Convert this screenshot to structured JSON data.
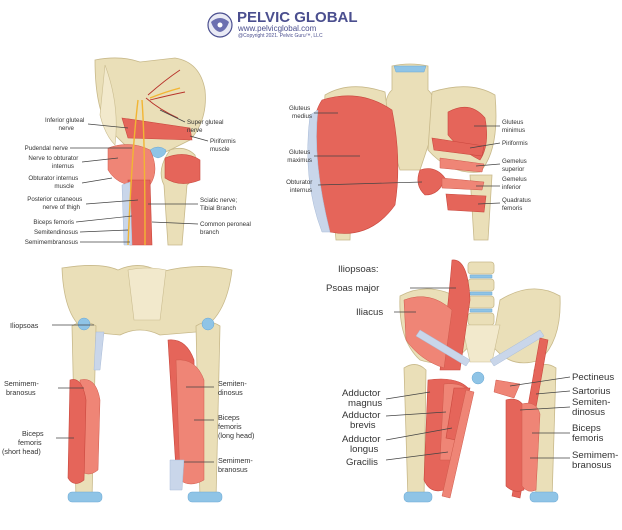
{
  "brand": {
    "name": "PELVIC GLOBAL",
    "url": "www.pelvicglobal.com",
    "copyright": "@Copyright 2021. Pelvic Guru™, LLC"
  },
  "panel1": {
    "labels": {
      "inferior_gluteal_nerve": [
        "Inferior gluteal",
        "nerve"
      ],
      "pudendal_nerve": "Pudendal nerve",
      "nerve_obturator": [
        "Nerve to obturator",
        "internus"
      ],
      "obturator_internus": [
        "Obturator internus",
        "muscle"
      ],
      "posterior_cutaneous": [
        "Posterior cutaneous",
        "nerve of thigh"
      ],
      "biceps_femoris": "Biceps femoris",
      "semitendinosus": "Semitendinosus",
      "semimembranosus": "Semimembranosus",
      "superior_gluteal_nerve": [
        "Super gluteal",
        "nerve"
      ],
      "piriformis": [
        "Piriformis",
        "muscle"
      ],
      "sciatic_nerve": [
        "Sciatic nerve;",
        "Tibial Branch"
      ],
      "common_peroneal": [
        "Common peroneal",
        "branch"
      ]
    }
  },
  "panel2": {
    "labels": {
      "gluteus_medius": [
        "Gluteus",
        "medius"
      ],
      "gluteus_maximus": [
        "Gluteus",
        "maximus"
      ],
      "obturator_internus": [
        "Obturator",
        "internus"
      ],
      "gluteus_minimus": [
        "Gluteus",
        "minimus"
      ],
      "piriformis": "Piriformis",
      "gemelus_superior": [
        "Gemelus",
        "superior"
      ],
      "gemelus_inferior": [
        "Gemelus",
        "inferior"
      ],
      "quadratus_femoris": [
        "Quadratus",
        "femoris"
      ]
    }
  },
  "panel3": {
    "labels": {
      "iliopsoas": "Iliopsoas",
      "semimembranosus": [
        "Semimem-",
        "branosus"
      ],
      "biceps_femoris_short": [
        "Biceps",
        "femoris",
        "(short head)"
      ],
      "semitendinosus": [
        "Semiten-",
        "dinosus"
      ],
      "biceps_femoris_long": [
        "Biceps",
        "femoris",
        "(long head)"
      ],
      "semimembranosus_right": [
        "Semimem-",
        "branosus"
      ]
    }
  },
  "panel4": {
    "labels": {
      "iliopsoas_title": "Iliopsoas:",
      "psoas_major": "Psoas major",
      "iliacus": "Iliacus",
      "adductor_magnus": [
        "Adductor",
        "magnus"
      ],
      "adductor_brevis": [
        "Adductor",
        "brevis"
      ],
      "adductor_longus": [
        "Adductor",
        "longus"
      ],
      "gracilis": "Gracilis",
      "pectineus": "Pectineus",
      "sartorius": "Sartorius",
      "semitendinosus": [
        "Semiten-",
        "dinosus"
      ],
      "biceps_femoris": [
        "Biceps",
        "femoris"
      ],
      "semimembranosus": [
        "Semimem-",
        "branosus"
      ]
    }
  },
  "colors": {
    "muscle": "#e5655a",
    "bone": "#eadfb8",
    "cartilage": "#8fc4e6",
    "nerve": "#f2b533",
    "brand": "#4b4f8f"
  }
}
